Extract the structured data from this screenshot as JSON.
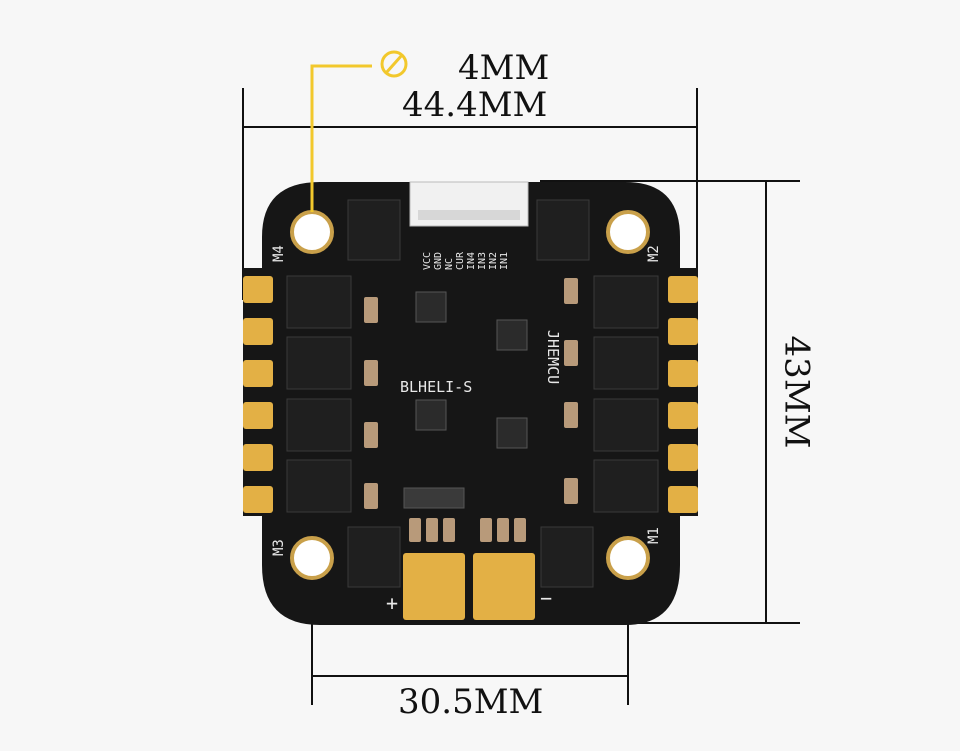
{
  "dimensions": {
    "hole_diameter": "4MM",
    "board_width": "44.4MM",
    "board_height": "43MM",
    "mount_spacing": "30.5MM"
  },
  "board": {
    "brand": "JHEMCU",
    "firmware": "BLHELI-S",
    "motor_labels": [
      "M1",
      "M2",
      "M3",
      "M4"
    ],
    "connector_pins": [
      "VCC",
      "GND",
      "NC",
      "CUR",
      "IN4",
      "IN3",
      "IN2",
      "IN1"
    ],
    "power_plus": "+",
    "power_minus": "−"
  },
  "colors": {
    "board": "#161616",
    "pad_gold": "#e3b045",
    "hole_marker": "#f2c82c",
    "dimension_line": "#111111"
  }
}
